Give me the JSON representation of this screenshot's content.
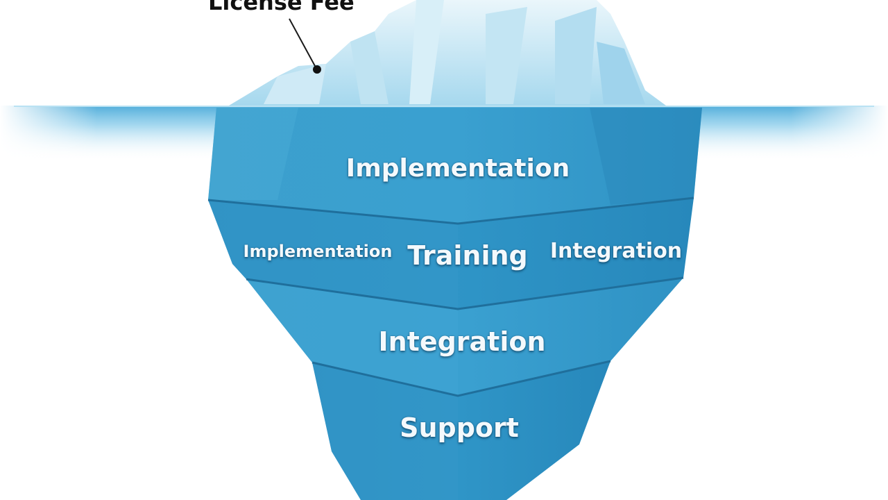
{
  "callout": {
    "label": "License Fee"
  },
  "layers": {
    "top": "Implementation",
    "middle_left": "Implementation",
    "middle_center": "Training",
    "middle_right": "Integration",
    "lower": "Integration",
    "bottom": "Support"
  },
  "colors": {
    "water_surface": "#5cb8e0",
    "iceberg_dark": "#2a8fc2",
    "iceberg_mid": "#3aa3d2",
    "iceberg_light": "#6cc2e6",
    "ice_tip": "#cdeaf6"
  }
}
